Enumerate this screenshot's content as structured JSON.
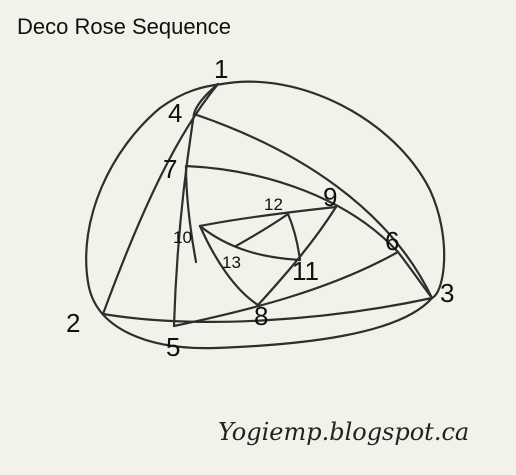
{
  "title": "Deco Rose Sequence",
  "credit": "Yogiemp.blogspot.ca",
  "points": [
    {
      "label": "1"
    },
    {
      "label": "2"
    },
    {
      "label": "3"
    },
    {
      "label": "4"
    },
    {
      "label": "5"
    },
    {
      "label": "6"
    },
    {
      "label": "7"
    },
    {
      "label": "8"
    },
    {
      "label": "9"
    },
    {
      "label": "10"
    },
    {
      "label": "11"
    },
    {
      "label": "12"
    },
    {
      "label": "13"
    }
  ],
  "colors": {
    "ink": "#2e2e2e",
    "paper": "#f2f2ea"
  }
}
